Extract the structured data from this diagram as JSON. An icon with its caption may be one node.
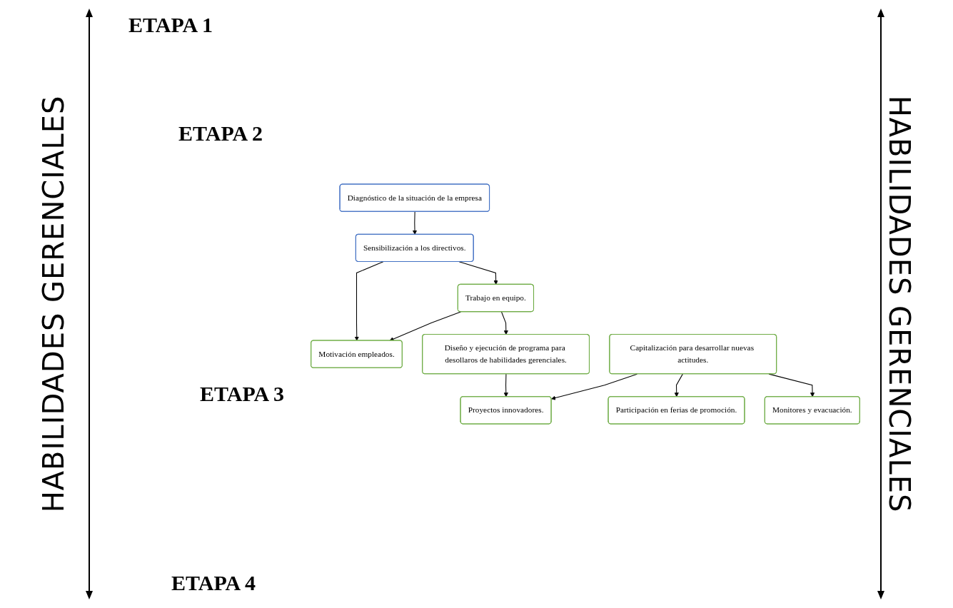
{
  "diagram": {
    "nodes": [
      {
        "text": [
          "Diagnóstico de la situación de la empresa"
        ]
      },
      {
        "text": [
          "Sensibilización a los directivos."
        ]
      },
      {
        "text": [
          "Trabajo en equipo."
        ]
      },
      {
        "text": [
          "Motivación empleados."
        ]
      },
      {
        "text": [
          "Diseño y ejecución de programa para desollaros de habilidades gerenciales."
        ]
      },
      {
        "text": [
          "Proyectos innovadores."
        ]
      },
      {
        "text": [
          "Capitalización para desarrollar nuevas actitudes."
        ]
      },
      {
        "text": [
          "Participación en ferias de promoción."
        ]
      },
      {
        "text": [
          "Monitores y evacuación."
        ]
      }
    ],
    "edges": [
      {
        "from": 0,
        "to": 1,
        "arrow": "to"
      },
      {
        "from": 1,
        "to": 2,
        "arrow": "to"
      },
      {
        "from": 1,
        "to": 3,
        "arrow": "to"
      },
      {
        "from": 2,
        "to": 3,
        "arrow": "to"
      },
      {
        "from": 2,
        "to": 4,
        "arrow": "to"
      },
      {
        "from": 4,
        "to": 5,
        "arrow": "to"
      },
      {
        "from": 6,
        "to": 5,
        "arrow": "to"
      },
      {
        "from": 6,
        "to": 7,
        "arrow": "to"
      },
      {
        "from": 6,
        "to": 8,
        "arrow": "to"
      }
    ],
    "labels": [
      "HABILIDADES GERENCIALES",
      "ETAPA 1",
      "ETAPA 2",
      "ETAPA 3",
      "ETAPA 4",
      "HABILIDADES GERENCIALES"
    ]
  }
}
